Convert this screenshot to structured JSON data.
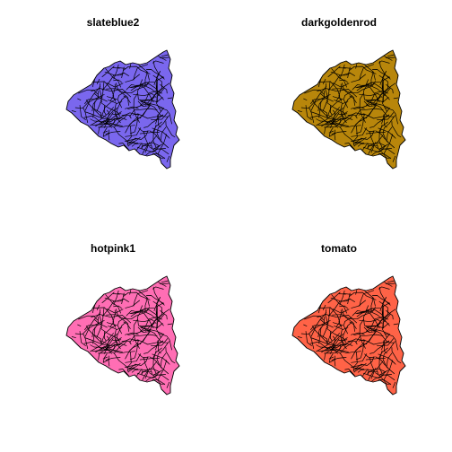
{
  "panels": [
    {
      "title": "slateblue2",
      "fill": "#7A67EE"
    },
    {
      "title": "darkgoldenrod",
      "fill": "#B8860B"
    },
    {
      "title": "hotpink1",
      "fill": "#FF6EB4"
    },
    {
      "title": "tomato",
      "fill": "#FF6347"
    }
  ]
}
